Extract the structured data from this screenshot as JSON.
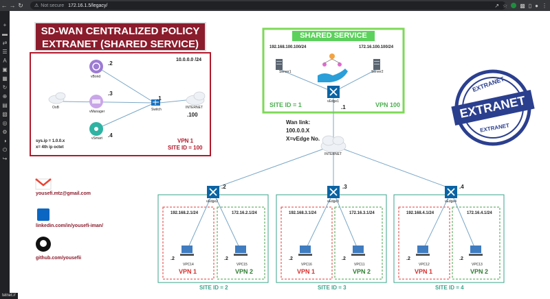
{
  "browser": {
    "security_label": "Not secure",
    "url": "172.16.1.5/legacy/"
  },
  "status_bar": {
    "text": "telnet://"
  },
  "diagram": {
    "title_line1": "SD-WAN CENTRALIZED POLICY",
    "title_line2": "EXTRANET (SHARED SERVICE)",
    "mgmt": {
      "subnet": "10.0.0.0 /24",
      "vbond": "vBond",
      "vbond_ip": ".2",
      "vmanager": "vManager",
      "vmanager_ip": ".3",
      "vsmart": "vSmart",
      "vsmart_ip": ".4",
      "switch": "Switch",
      "switch_ip": ".1",
      "oob": "OoB",
      "internet": "INTERNET",
      "internet_ip": ".100",
      "sys_ip": "sys.ip = 1.0.0.x",
      "sys_ip_note": "x= 4th ip octet",
      "vpn": "VPN 1",
      "site": "SITE ID = 100"
    },
    "shared": {
      "banner": "SHARED SERVICE",
      "server1_net": "192.168.100.100/24",
      "server2_net": "172.16.100.100/24",
      "server1": "Server1",
      "server2": "Server2",
      "vedge1": "vEdge1",
      "vedge1_ip": ".1",
      "site": "SITE ID = 1",
      "vpn": "VPN 100"
    },
    "wan": {
      "line1": "Wan link:",
      "line2": "100.0.0.X",
      "line3": "X=vEdge No.",
      "cloud": "INTERNET"
    },
    "stamp": {
      "top": "EXTRANET",
      "main": "EXTRANET",
      "bottom": "EXTRANET"
    },
    "contacts": {
      "email": "yousefi.mtz@gmail.com",
      "linkedin": "linkedin.com/in/yousefi-iman/",
      "github": "github.com/yousefii"
    },
    "sites": [
      {
        "edge": "vEdge2",
        "edge_ip": ".2",
        "vpn1_net": "192.168.2.1/24",
        "vpn2_net": "172.16.2.1/24",
        "pc1": "VPC14",
        "pc2": "VPC15",
        "pc_ip": ".2",
        "vpn1": "VPN 1",
        "vpn2": "VPN 2",
        "site": "SITE ID = 2"
      },
      {
        "edge": "vEdge3",
        "edge_ip": ".3",
        "vpn1_net": "192.168.3.1/24",
        "vpn2_net": "172.16.3.1/24",
        "pc1": "VPC16",
        "pc2": "VPC11",
        "pc_ip": ".2",
        "vpn1": "VPN 1",
        "vpn2": "VPN 2",
        "site": "SITE ID = 3"
      },
      {
        "edge": "vEdge4",
        "edge_ip": ".4",
        "vpn1_net": "192.168.4.1/24",
        "vpn2_net": "172.16.4.1/24",
        "pc1": "VPC12",
        "pc2": "VPC13",
        "pc_ip": ".2",
        "vpn1": "VPN 1",
        "vpn2": "VPN 2",
        "site": "SITE ID = 4"
      }
    ]
  }
}
